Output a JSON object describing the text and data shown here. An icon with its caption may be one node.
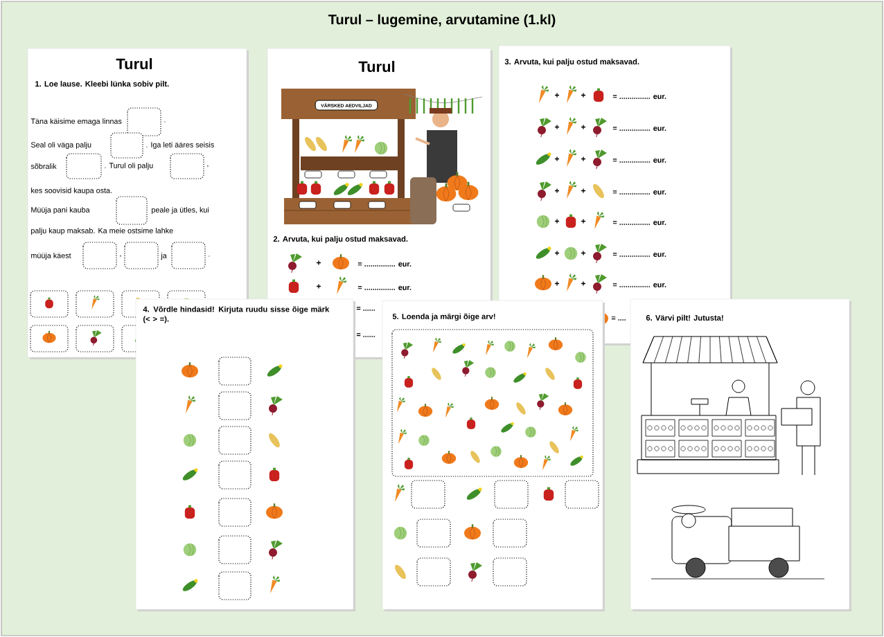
{
  "diagram": {
    "title": "Turul – lugemine, arvutamine (1.kl)",
    "nodes": [
      {
        "text": [
          "Turul",
          "1. Loe lause. Kleebi lünka sobiv pilt.",
          "Täna käisime emaga linnas",
          ".",
          "Seal oli väga palju",
          ". Iga leti ääres seisis",
          "sõbralik",
          ". Turul oli palju",
          ",",
          "kes soovisid kaupa osta.",
          "Müüja pani kauba",
          "peale ja ütles, kui",
          "palju kaup maksab. Ka meie ostsime lahke",
          "müüja käest",
          ",",
          "ja",
          "."
        ]
      },
      {
        "text": [
          "Turul",
          "VÄRSKED AEDVILJAD",
          "2. Arvuta, kui palju ostud maksavad.",
          "+",
          "= ............... eur.",
          "+",
          "= ............... eur.",
          "= ......",
          "= ......"
        ]
      },
      {
        "text": [
          "3. Arvuta, kui palju ostud maksavad.",
          "+",
          "+",
          "= ............... eur.",
          "+",
          "+",
          "= ............... eur.",
          "+",
          "+",
          "= ............... eur.",
          "+",
          "+",
          "= ............... eur.",
          "+",
          "+",
          "= ............... eur.",
          "+",
          "+",
          "= ............... eur.",
          "+",
          "+",
          "= ............... eur.",
          "= ...."
        ]
      },
      {
        "text": [
          "4. Võrdle hindasid! Kirjuta ruudu sisse õige märk (< > =)."
        ]
      },
      {
        "text": [
          "5. Loenda ja märgi õige arv!"
        ]
      },
      {
        "text": [
          "6. Värvi pilt! Jutusta!"
        ]
      }
    ]
  }
}
